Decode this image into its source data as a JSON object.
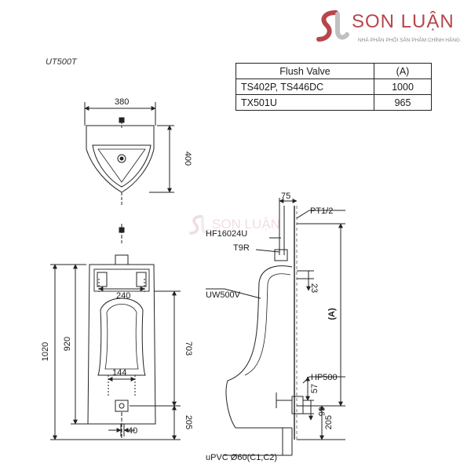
{
  "brand": {
    "name": "SON LUẬN",
    "tagline": "NHÀ PHÂN PHỐI SẢN PHẨM CHÍNH HÃNG",
    "color": "#b8464a"
  },
  "model_label": "UT500T",
  "flush_table": {
    "headers": [
      "Flush Valve",
      "(A)"
    ],
    "rows": [
      {
        "valve": "TS402P, TS446DC",
        "a": "1000"
      },
      {
        "valve": "TX501U",
        "a": "965"
      }
    ]
  },
  "top_view": {
    "width_dim": "380",
    "depth_dim": "400"
  },
  "front_view": {
    "height_total": "1020",
    "height_bowl": "920",
    "bracket_span": "240",
    "height_703": "703",
    "drain_span": "144",
    "drain_height": "205",
    "drain_offset": "40"
  },
  "side_view": {
    "dim_75": "75",
    "pt_label": "PT1/2",
    "hf_label": "HF16024U",
    "t9r_label": "T9R",
    "uw_label": "UW500V",
    "dim_23": "23",
    "a_label": "(A)",
    "hp_label": "HP500",
    "dim_57": "57",
    "dim_66": "66",
    "dim_205": "205",
    "pipe_label": "uPVC Ø60(C1,C2)"
  }
}
